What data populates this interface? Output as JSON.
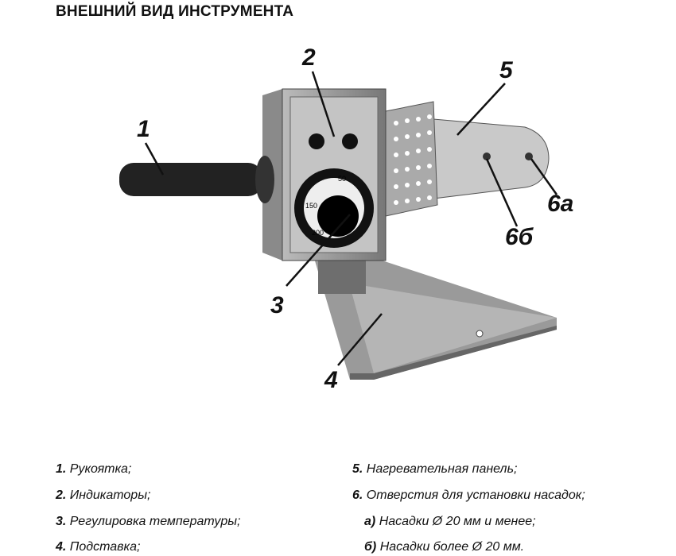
{
  "title": "ВНЕШНИЙ ВИД ИНСТРУМЕНТА",
  "callouts": {
    "c1": "1",
    "c2": "2",
    "c3": "3",
    "c4": "4",
    "c5": "5",
    "c6a": "6а",
    "c6b": "6б"
  },
  "dial": {
    "t50": "50",
    "t150": "150",
    "t200": "200"
  },
  "legend": {
    "left": [
      {
        "num": "1.",
        "text": "Рукоятка;"
      },
      {
        "num": "2.",
        "text": "Индикаторы;"
      },
      {
        "num": "3.",
        "text": "Регулировка температуры;"
      },
      {
        "num": "4.",
        "text": "Подставка;"
      }
    ],
    "right": [
      {
        "num": "5.",
        "text": "Нагревательная панель;"
      },
      {
        "num": "6.",
        "text": "Отверстия для установки насадок;"
      },
      {
        "num": "а)",
        "text": "Насадки Ø 20 мм и менее;"
      },
      {
        "num": "б)",
        "text": "Насадки более Ø 20 мм."
      }
    ]
  }
}
